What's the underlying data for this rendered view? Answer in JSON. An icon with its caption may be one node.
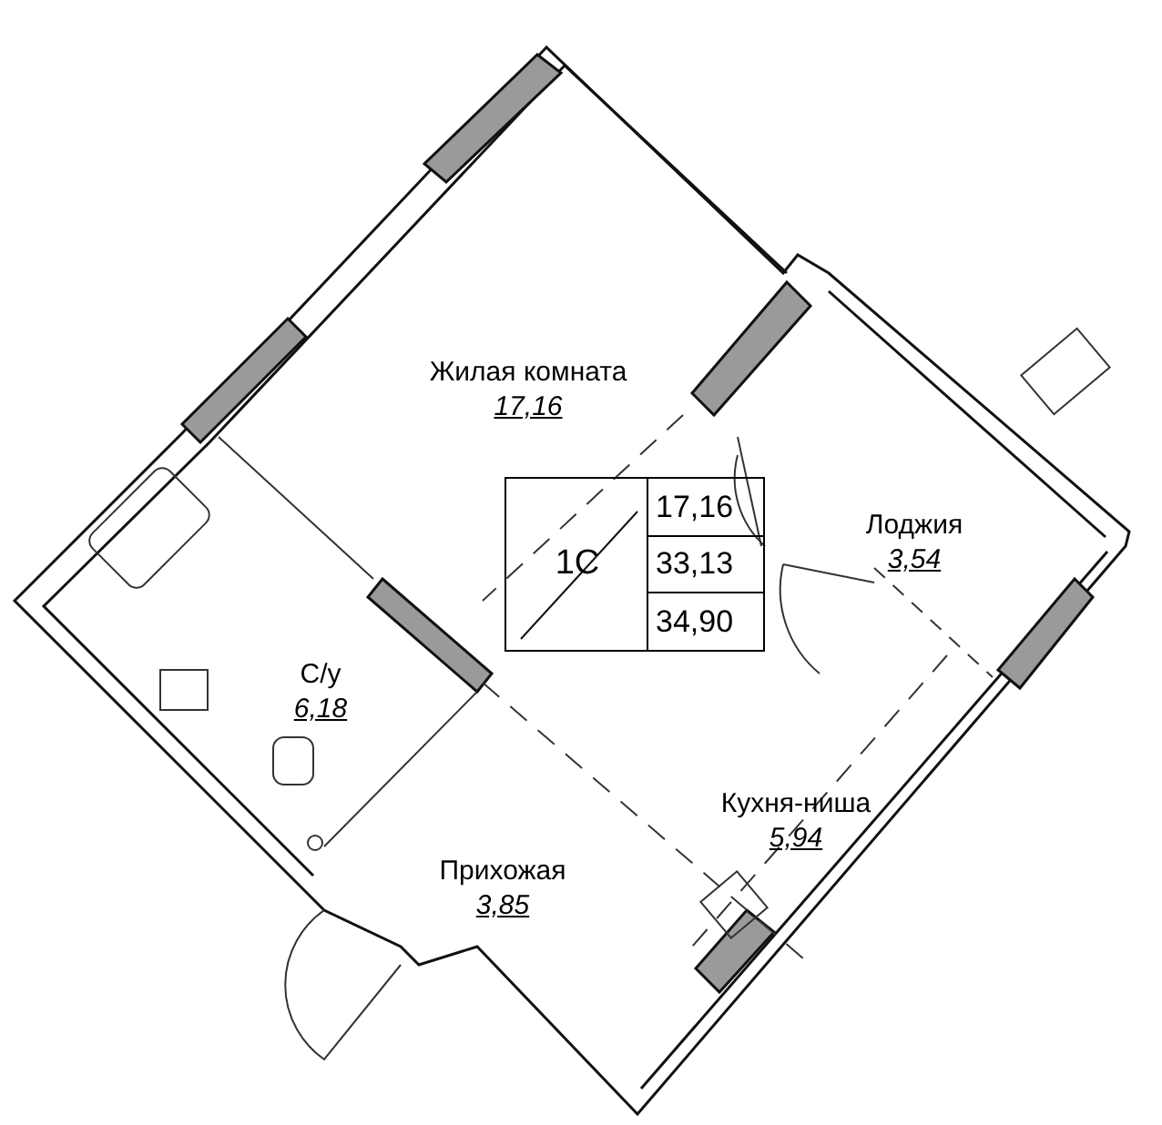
{
  "diagram": {
    "nodes": [
      {
        "text": [
          "Жилая комната",
          "17,16"
        ]
      },
      {
        "text": [
          "Лоджия",
          "3,54"
        ]
      },
      {
        "text": [
          "С/у",
          "6,18"
        ]
      },
      {
        "text": [
          "Прихожая",
          "3,85"
        ]
      },
      {
        "text": [
          "Кухня-ниша",
          "5,94"
        ]
      }
    ],
    "labels": [
      "1С",
      "17,16",
      "33,13",
      "34,90"
    ]
  }
}
